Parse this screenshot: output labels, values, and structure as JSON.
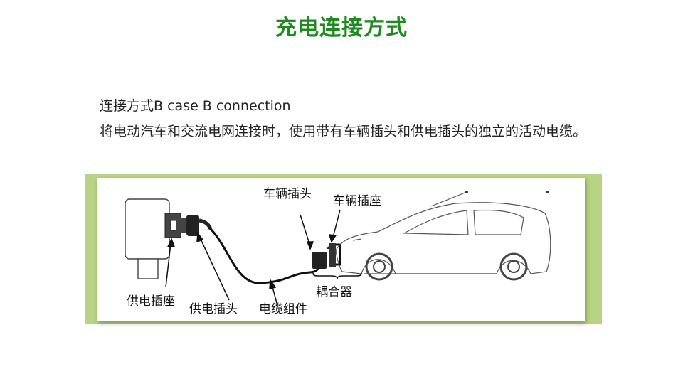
{
  "slide": {
    "title": "充电连接方式",
    "subtitle": "连接方式B case B connection",
    "description": "将电动汽车和交流电网连接时，使用带有车辆插头和供电插头的独立的活动电缆。"
  },
  "diagram": {
    "labels": {
      "vehicle_plug": "车辆插头",
      "vehicle_inlet": "车辆插座",
      "coupler": "耦合器",
      "supply_socket": "供电插座",
      "supply_plug": "供电插头",
      "cable_assembly": "电缆组件"
    },
    "colors": {
      "title": "#1f8a1f",
      "panel_band": "#b6d484"
    }
  }
}
